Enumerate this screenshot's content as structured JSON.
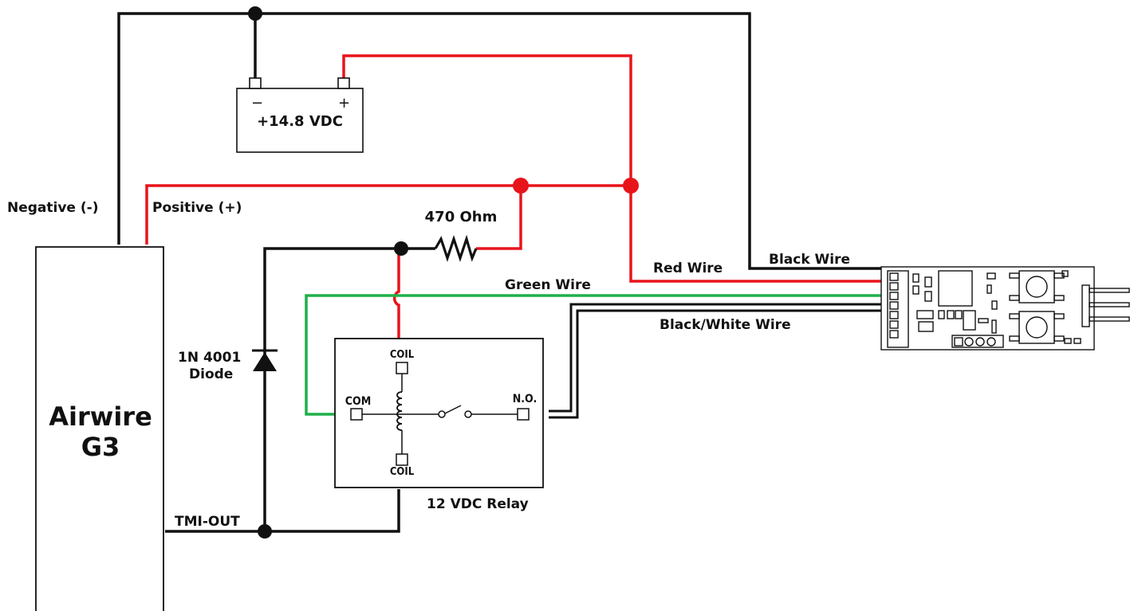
{
  "labels": {
    "negative": "Negative (-)",
    "positive": "Positive (+)",
    "battery_voltage": "+14.8 VDC",
    "battery_minus": "−",
    "battery_plus": "+",
    "resistor": "470 Ohm",
    "red_wire": "Red Wire",
    "black_wire": "Black Wire",
    "green_wire": "Green Wire",
    "black_white_wire": "Black/White Wire",
    "diode_line1": "1N 4001",
    "diode_line2": "Diode",
    "airwire_line1": "Airwire",
    "airwire_line2": "G3",
    "tmi_out": "TMI-OUT",
    "relay": "12 VDC Relay",
    "coil_top": "COIL",
    "coil_bottom": "COIL",
    "com": "COM",
    "no": "N.O."
  },
  "colors": {
    "red_wire": "#e8141b",
    "black_wire": "#111111",
    "green_wire": "#1fb04a"
  }
}
